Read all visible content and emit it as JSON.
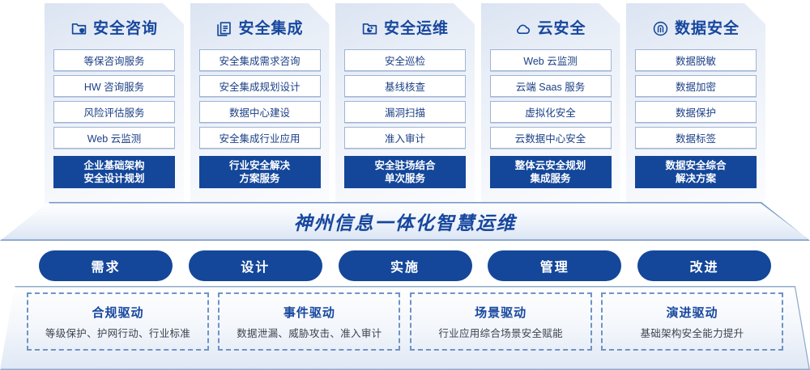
{
  "columns": [
    {
      "icon": "folder-shield-icon",
      "title": "安全咨询",
      "items": [
        "等保咨询服务",
        "HW 咨询服务",
        "风险评估服务",
        "Web 云监测"
      ],
      "highlight": [
        "企业基础架构",
        "安全设计规划"
      ]
    },
    {
      "icon": "stacked-documents-icon",
      "title": "安全集成",
      "items": [
        "安全集成需求咨询",
        "安全集成规划设计",
        "数据中心建设",
        "安全集成行业应用"
      ],
      "highlight": [
        "行业安全解决",
        "方案服务"
      ]
    },
    {
      "icon": "folder-chart-icon",
      "title": "安全运维",
      "items": [
        "安全巡检",
        "基线核查",
        "漏洞扫描",
        "准入审计"
      ],
      "highlight": [
        "安全驻场结合",
        "单次服务"
      ]
    },
    {
      "icon": "cloud-icon",
      "title": "云安全",
      "items": [
        "Web 云监测",
        "云端 Saas 服务",
        "虚拟化安全",
        "云数据中心安全"
      ],
      "highlight": [
        "整体云安全规划",
        "集成服务"
      ]
    },
    {
      "icon": "fingerprint-icon",
      "title": "数据安全",
      "items": [
        "数据脱敏",
        "数据加密",
        "数据保护",
        "数据标签"
      ],
      "highlight": [
        "数据安全综合",
        "解决方案"
      ]
    }
  ],
  "banner": {
    "text": "神州信息一体化智慧运维"
  },
  "phases": [
    {
      "label": "需求"
    },
    {
      "label": "设计"
    },
    {
      "label": "实施"
    },
    {
      "label": "管理"
    },
    {
      "label": "改进"
    }
  ],
  "drivers": [
    {
      "title": "合规驱动",
      "subtitle": "等级保护、护网行动、行业标准"
    },
    {
      "title": "事件驱动",
      "subtitle": "数据泄漏、威胁攻击、准入审计"
    },
    {
      "title": "场景驱动",
      "subtitle": "行业应用综合场景安全赋能"
    },
    {
      "title": "演进驱动",
      "subtitle": "基础架构安全能力提升"
    }
  ],
  "colors": {
    "brand_blue": "#14479a",
    "title_blue": "#17479e",
    "item_text": "#1b3f86",
    "item_border": "#9fb4d6",
    "dashed_border": "#6f93c6"
  }
}
